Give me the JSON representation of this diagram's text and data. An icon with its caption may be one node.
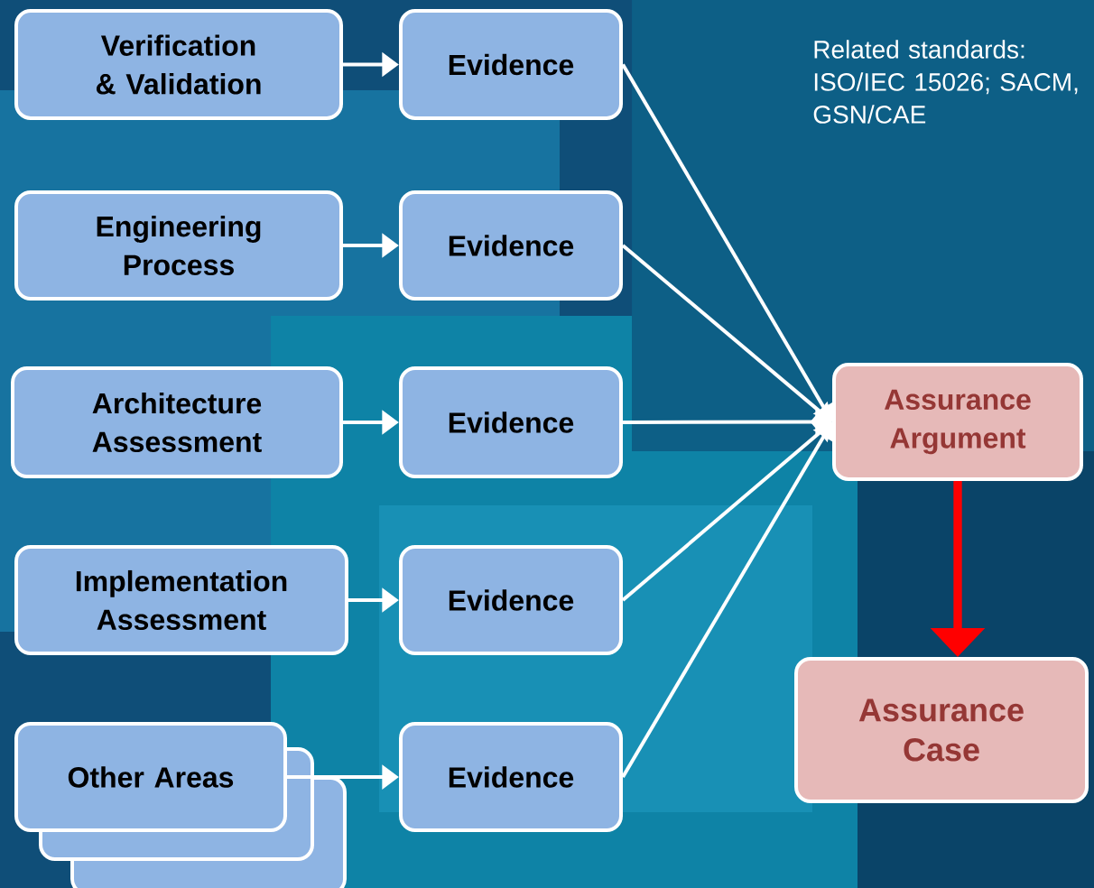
{
  "diagram": {
    "nodes": [
      {
        "text": [
          "Verification & Validation"
        ]
      },
      {
        "text": [
          "Evidence"
        ]
      },
      {
        "text": [
          "Engineering Process"
        ]
      },
      {
        "text": [
          "Evidence"
        ]
      },
      {
        "text": [
          "Architecture Assessment"
        ]
      },
      {
        "text": [
          "Evidence"
        ]
      },
      {
        "text": [
          "Implementation Assessment"
        ]
      },
      {
        "text": [
          "Evidence"
        ]
      },
      {
        "text": [
          "Other Areas"
        ]
      },
      {
        "text": [
          "Evidence"
        ]
      },
      {
        "text": [
          "Assurance Argument"
        ]
      },
      {
        "text": [
          "Assurance Case"
        ]
      }
    ],
    "edges": [
      {
        "from": 0,
        "to": 1,
        "arrow": "to"
      },
      {
        "from": 2,
        "to": 3,
        "arrow": "to"
      },
      {
        "from": 4,
        "to": 5,
        "arrow": "to"
      },
      {
        "from": 6,
        "to": 7,
        "arrow": "to"
      },
      {
        "from": 8,
        "to": 9,
        "arrow": "to"
      },
      {
        "from": 1,
        "to": 10,
        "arrow": "to"
      },
      {
        "from": 3,
        "to": 10,
        "arrow": "to"
      },
      {
        "from": 5,
        "to": 10,
        "arrow": "to"
      },
      {
        "from": 7,
        "to": 10,
        "arrow": "to"
      },
      {
        "from": 9,
        "to": 10,
        "arrow": "to"
      },
      {
        "from": 10,
        "to": 11,
        "arrow": "to",
        "style": "thick",
        "color": "#ff0000"
      }
    ],
    "labels": [
      "Related standards: ISO/IEC 15026; SACM, GSN/CAE"
    ]
  }
}
